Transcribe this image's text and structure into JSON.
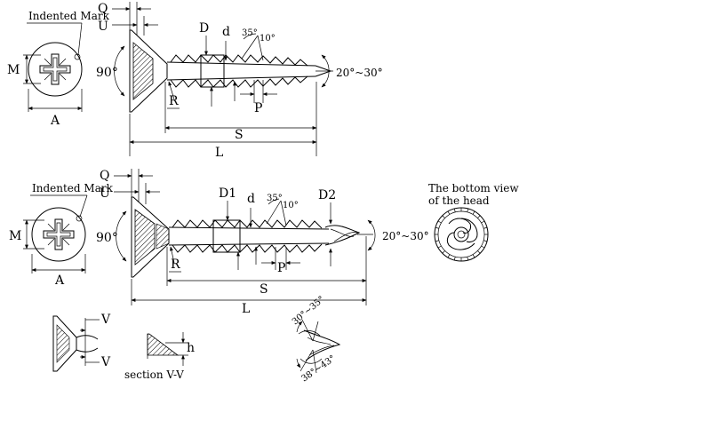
{
  "top_view": {
    "indented_mark": "Indented Mark",
    "M": "M",
    "A": "A",
    "Q": "Q",
    "U": "U",
    "angle_head": "90°",
    "R": "R",
    "D": "D",
    "d": "d",
    "angle_35": "35°",
    "angle_10": "10°",
    "P": "P",
    "S": "S",
    "L": "L",
    "tip_angle": "20°~30°"
  },
  "bottom_view": {
    "indented_mark": "Indented Mark",
    "M": "M",
    "A": "A",
    "Q": "Q",
    "U": "U",
    "angle_head": "90°",
    "R": "R",
    "D1": "D1",
    "d": "d",
    "angle_35": "35°",
    "angle_10": "10°",
    "D2": "D2",
    "P": "P",
    "S": "S",
    "L": "L",
    "tip_angle": "20°~30°",
    "head_bottom_line1": "The bottom view",
    "head_bottom_line2": "of the head"
  },
  "details": {
    "V_top": "V",
    "V_bottom": "V",
    "h": "h",
    "section": "section V-V",
    "angle_30_35": "30°~35°",
    "angle_38_43": "38°~43°"
  }
}
